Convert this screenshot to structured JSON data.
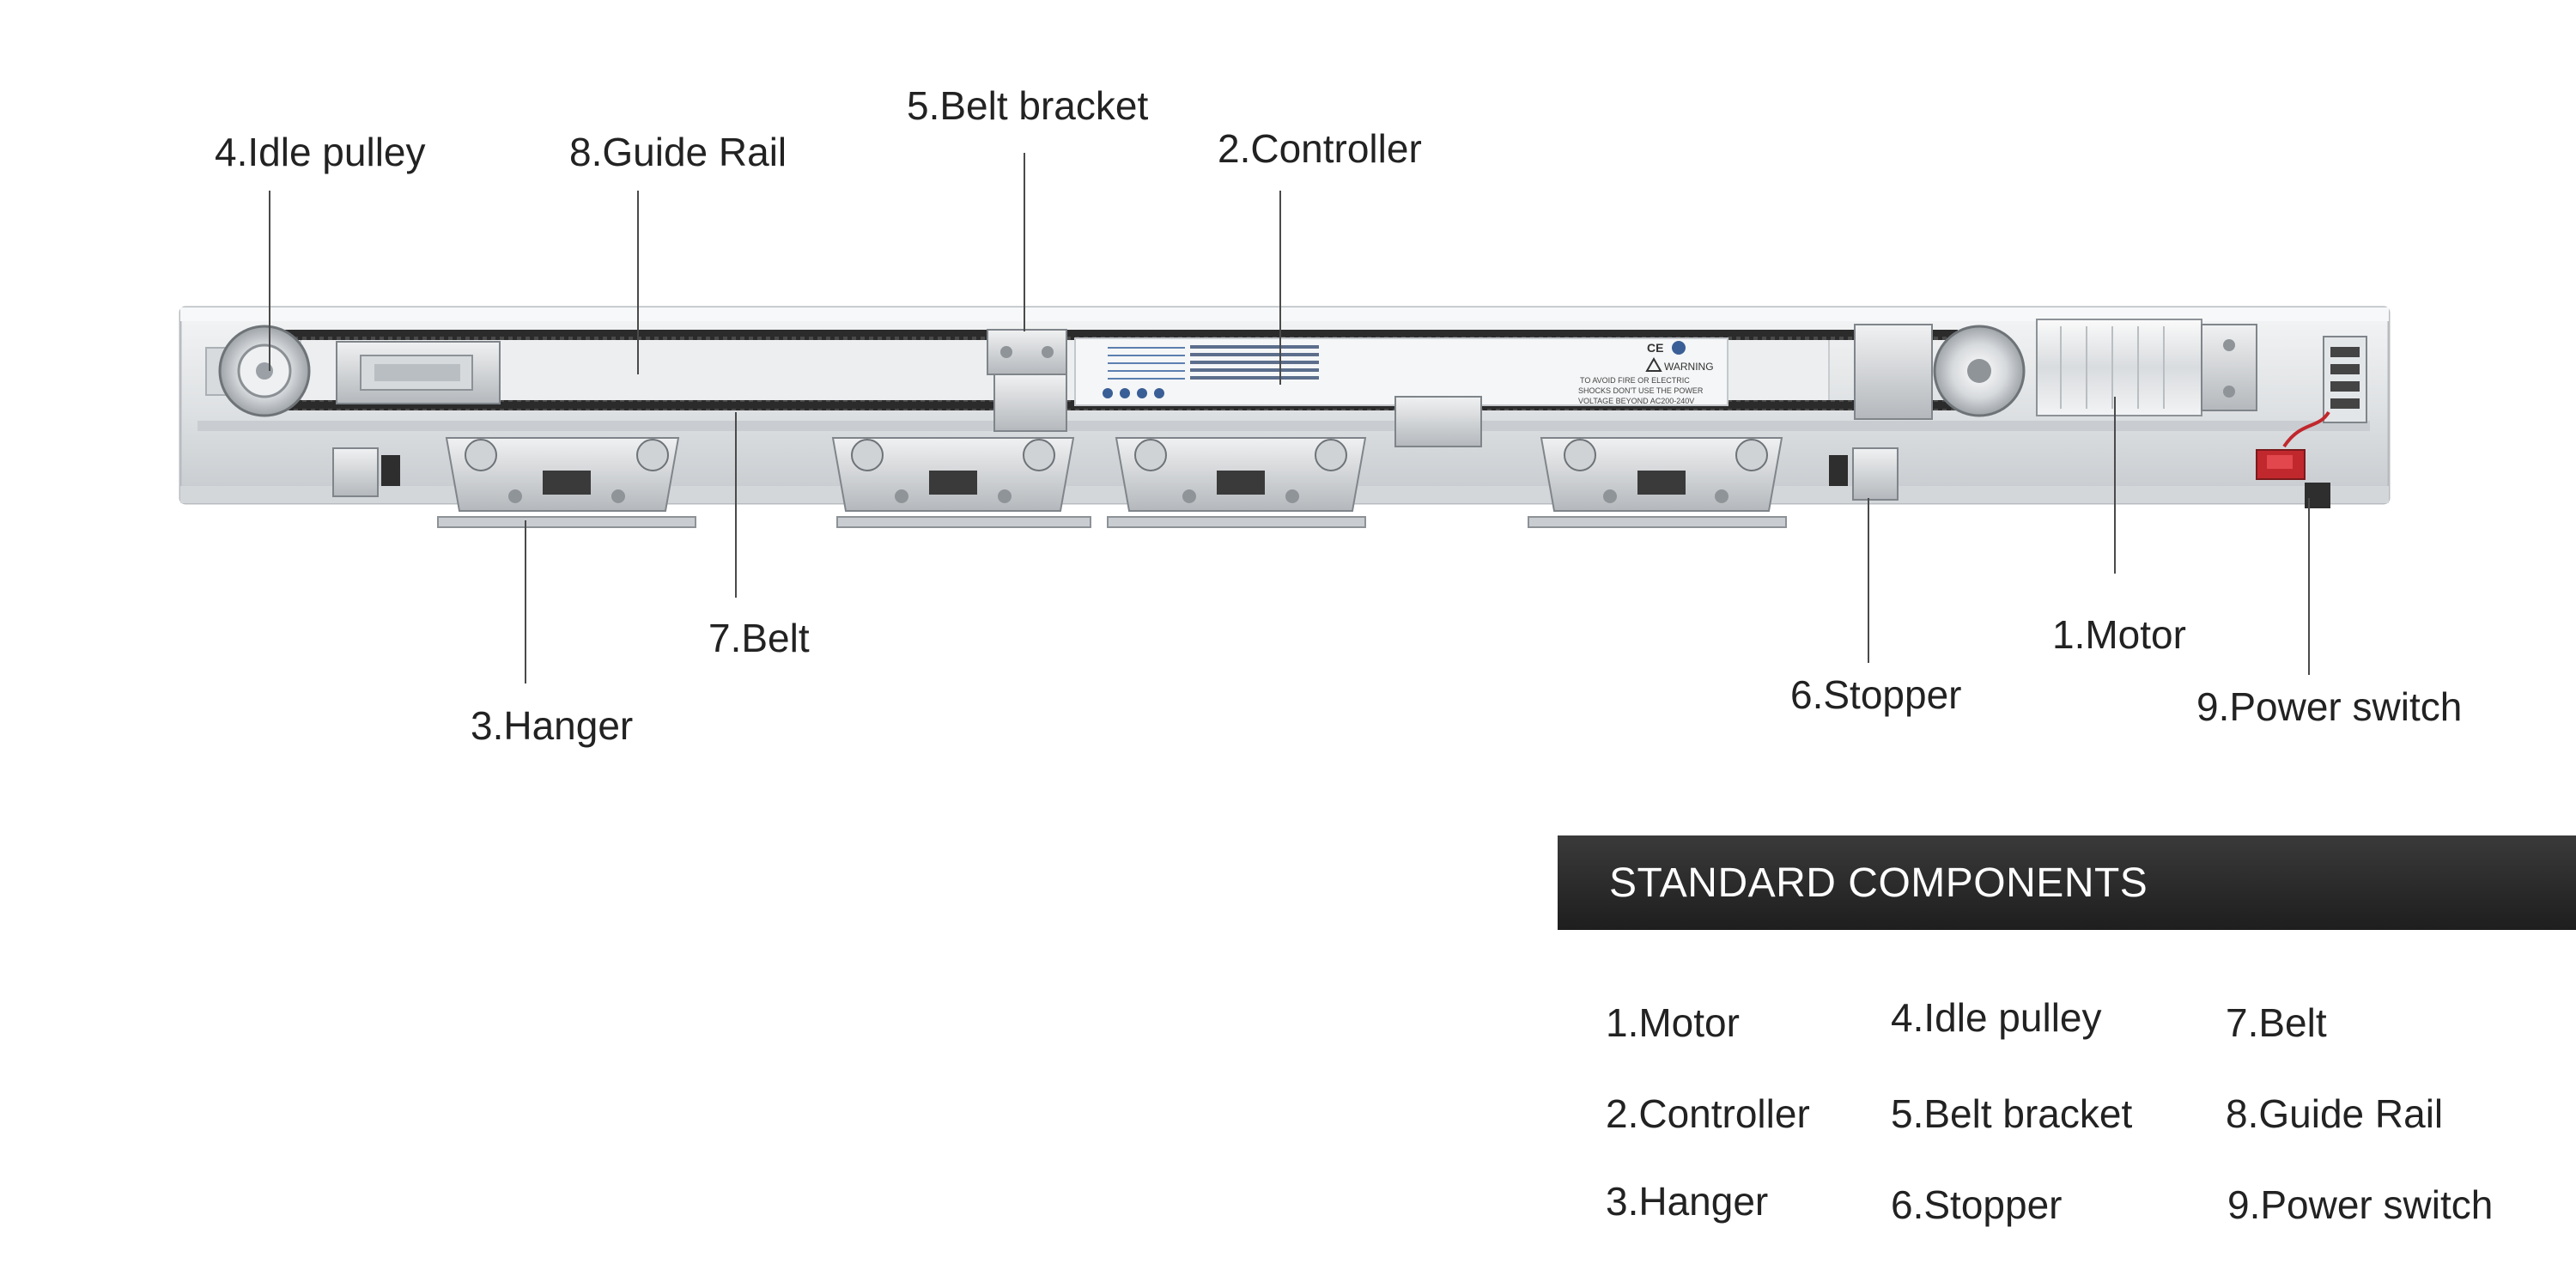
{
  "callouts": {
    "idle_pulley": "4.Idle pulley",
    "guide_rail": "8.Guide Rail",
    "belt_bracket": "5.Belt bracket",
    "controller": "2.Controller",
    "belt": "7.Belt",
    "hanger": "3.Hanger",
    "motor": "1.Motor",
    "stopper": "6.Stopper",
    "power_switch": "9.Power switch"
  },
  "controller_panel": {
    "warning_title": "WARNING",
    "warning_lines": [
      "TO AVOID FIRE OR ELECTRIC",
      "SHOCKS DON'T USE THE POWER",
      "VOLTAGE BEYOND AC200-240V"
    ],
    "ce_mark": "CE"
  },
  "components_section": {
    "header": "STANDARD COMPONENTS",
    "items": [
      "1.Motor",
      "4.Idle pulley",
      "7.Belt",
      "2.Controller",
      "5.Belt bracket",
      "8.Guide Rail",
      "3.Hanger",
      "6.Stopper",
      "9.Power switch"
    ]
  },
  "colors": {
    "rail_light": "#e4e6e8",
    "rail_shadow": "#a9adb1",
    "belt": "#2a2a2a",
    "header_bg": "#2a2a2a",
    "switch_red": "#c0282d"
  }
}
